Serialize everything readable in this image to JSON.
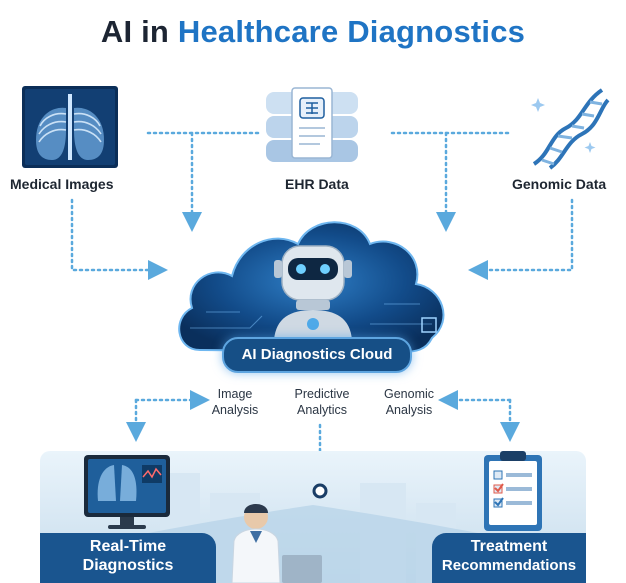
{
  "header": {
    "title_prefix": "AI in ",
    "title_accent": "Healthcare Diagnostics"
  },
  "sources": {
    "medical_images": "Medical Images",
    "ehr": "EHR Data",
    "genomic": "Genomic Data"
  },
  "hub": {
    "label": "AI Diagnostics Cloud"
  },
  "analyses": {
    "image_l1": "Image",
    "image_l2": "Analysis",
    "predictive_l1": "Predictive",
    "predictive_l2": "Analytics",
    "genomic_l1": "Genomic",
    "genomic_l2": "Analysis"
  },
  "outputs": {
    "realtime_l1": "Real-Time",
    "realtime_l2": "Diagnostics",
    "treatment_l1": "Treatment",
    "treatment_l2": "Recommendations"
  },
  "colors": {
    "accent": "#1f74c4",
    "arrow": "#5aa9dd",
    "cloud": "#0f3f78",
    "badge": "#1a558f"
  },
  "icons": [
    "xray-icon",
    "ehr-document-icon",
    "dna-icon",
    "robot-icon",
    "monitor-xray-icon",
    "clipboard-checklist-icon",
    "doctor-figure"
  ]
}
